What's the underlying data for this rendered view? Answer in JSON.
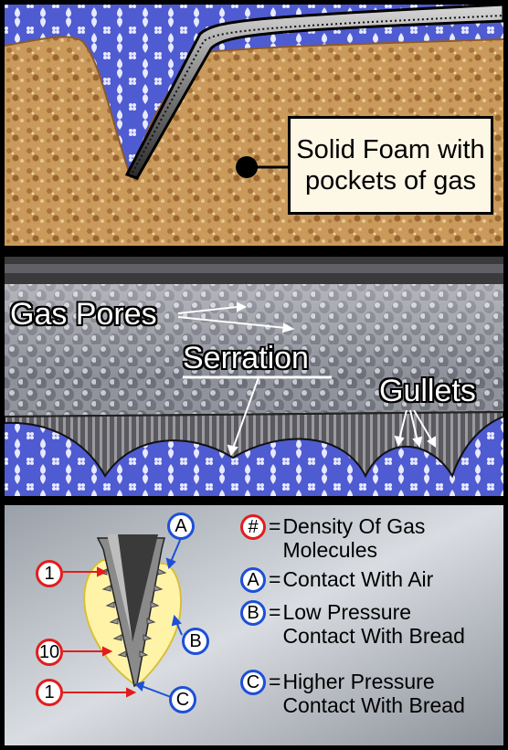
{
  "panel_top": {
    "callout": "Solid Foam with pockets of gas"
  },
  "panel_middle": {
    "label_pores": "Gas Pores",
    "label_serration": "Serration",
    "label_gullets": "Gullets"
  },
  "panel_bottom": {
    "markers": {
      "a_top": "A",
      "b_mid": "B",
      "c_tip": "C",
      "one_top": "1",
      "ten_mid": "10",
      "one_bottom": "1"
    },
    "legend": [
      {
        "badge": "#",
        "badge_color": "red",
        "equals": "=",
        "text": "Density Of Gas Molecules"
      },
      {
        "badge": "A",
        "badge_color": "blue",
        "equals": "=",
        "text": "Contact With Air"
      },
      {
        "badge": "B",
        "badge_color": "blue",
        "equals": "=",
        "text": "Low Pressure Contact With Bread"
      },
      {
        "badge": "C",
        "badge_color": "blue",
        "equals": "=",
        "text": "Higher Pressure Contact With Bread"
      }
    ]
  },
  "colors": {
    "wallpaper_blue": "#4f5bd0",
    "bread": "#c99a5b",
    "red_badge": "#e21d1d",
    "blue_badge": "#1d4fd8",
    "crust_highlight": "#fff3a8"
  }
}
